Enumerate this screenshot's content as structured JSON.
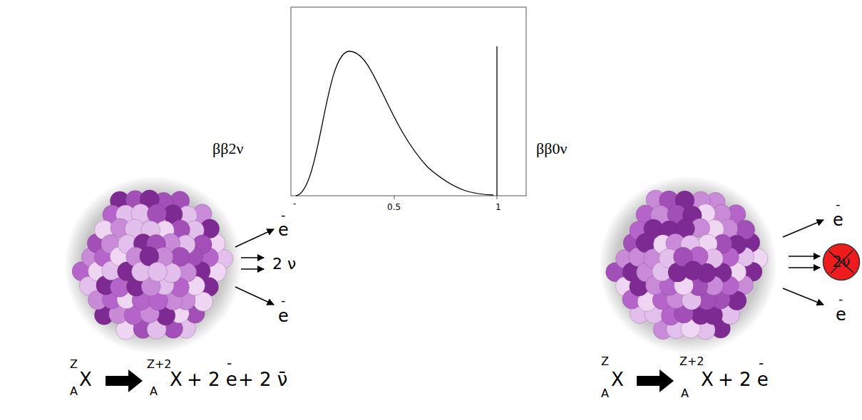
{
  "diagram": {
    "nodes": [
      {
        "text": [
          "2ν"
        ]
      }
    ],
    "labels": [
      "ββ2ν",
      "ββ0ν",
      "-",
      "0.5",
      "1",
      "e",
      "-",
      "2 ν",
      "e",
      "-",
      "e",
      "-",
      "e",
      "-",
      "Z",
      "A",
      "X",
      "Z+2",
      "A",
      "X",
      "+ 2 e",
      "-",
      "+ 2 ν̄",
      "Z",
      "A",
      "X",
      "Z+2",
      "A",
      "X",
      "+ 2 e",
      "-"
    ]
  }
}
